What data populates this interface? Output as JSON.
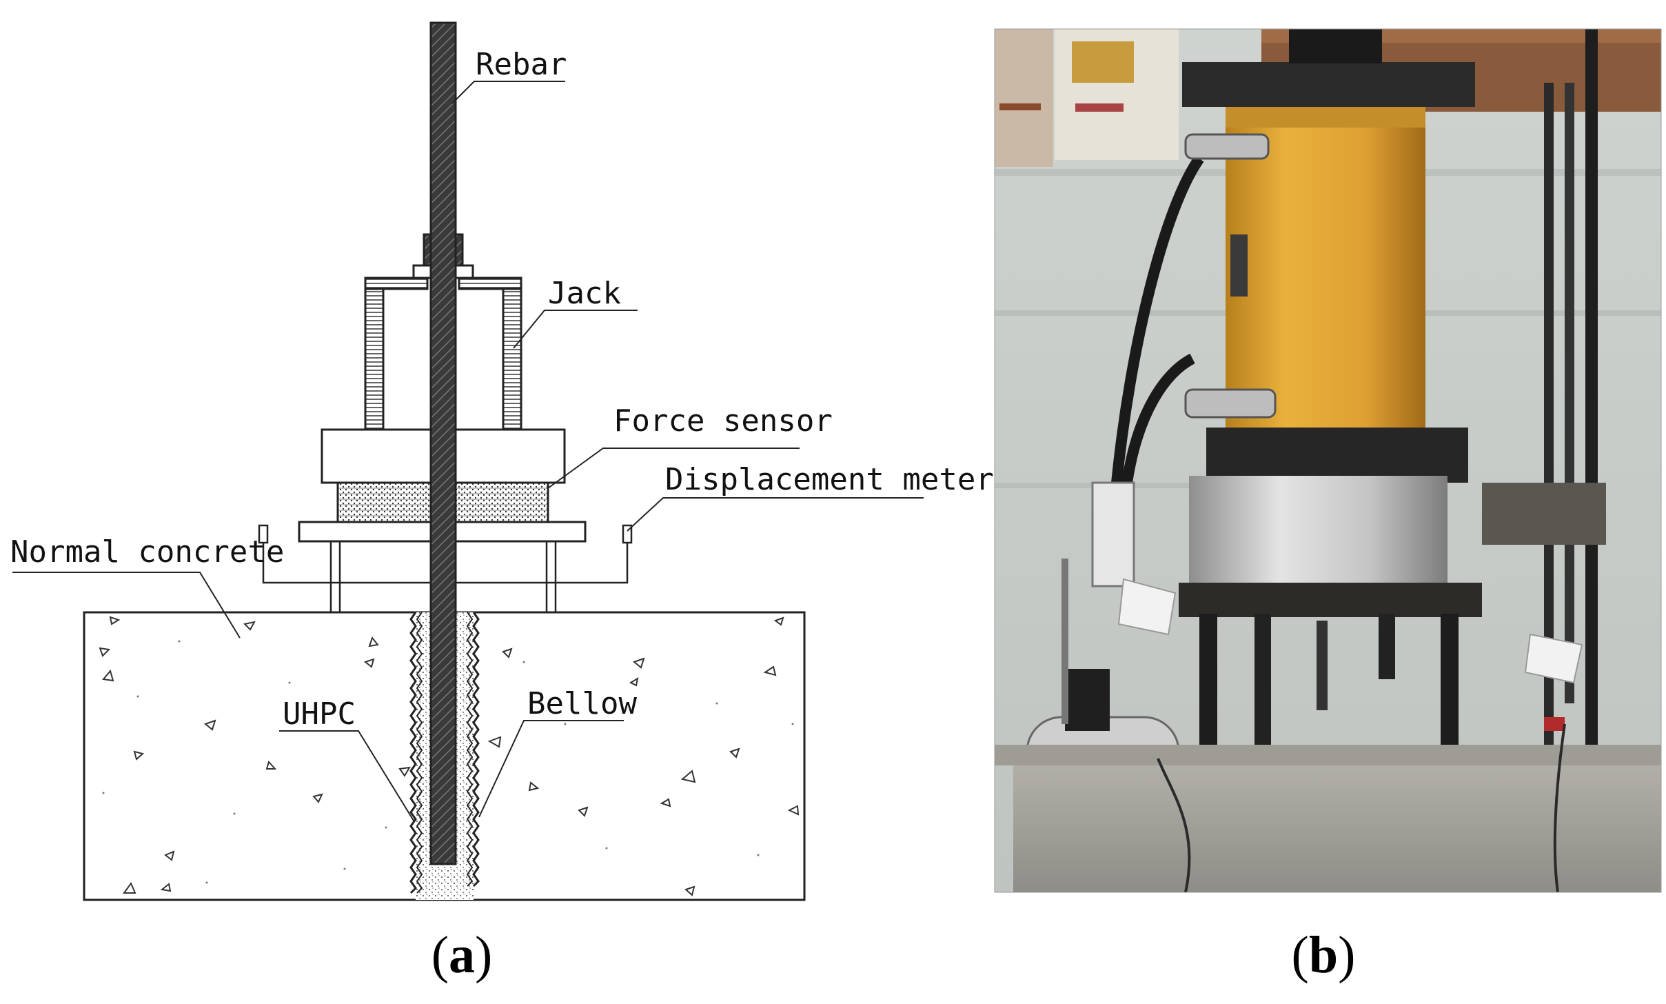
{
  "figure": {
    "panel_a": {
      "caption_open": "(",
      "caption_letter": "a",
      "caption_close": ")",
      "labels": {
        "rebar": "Rebar",
        "jack": "Jack",
        "force_sensor": "Force sensor",
        "displacement_meter": "Displacement meter",
        "normal_concrete": "Normal concrete",
        "uhpc": "UHPC",
        "bellow": "Bellow"
      }
    },
    "panel_b": {
      "caption_open": "(",
      "caption_letter": "b",
      "caption_close": ")",
      "colors": {
        "jack_yellow": "#e2a431",
        "steel_plate": "#2b2b2b",
        "steel_cylinder": "#c9c9c9",
        "concrete": "#a8a8a2",
        "wall": "#d4d8d6",
        "wood_beam": "#8a5a3c"
      }
    }
  }
}
